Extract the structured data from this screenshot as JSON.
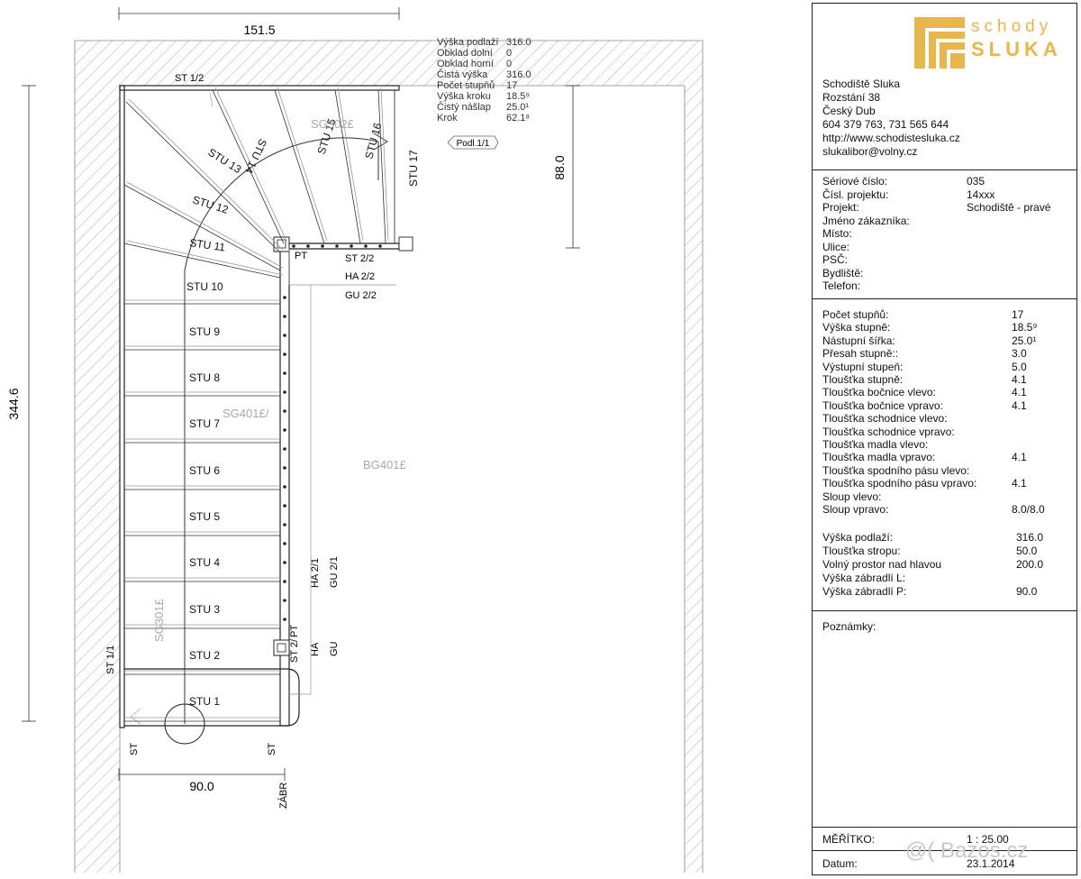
{
  "plan": {
    "dims": {
      "top_width": "151.5",
      "height_left": "344.6",
      "right_segment": "88.0",
      "bottom_width": "90.0"
    },
    "info_labels": [
      "Výška podlaží",
      "Obklad dolní",
      "Obklad horní",
      "Čistá výška",
      "Počet stupňů",
      "Výška kroku",
      "Čistý nášlap",
      "Krok"
    ],
    "info_values": [
      "316.0",
      "0",
      "0",
      "316.0",
      "17",
      "18.5⁹",
      "25.0¹",
      "62.1⁸"
    ],
    "floor_tag": "Podl.1/1",
    "labels": {
      "st12": "ST 1/2",
      "st22": "ST 2/2",
      "st11": "ST 1/1",
      "st2_lower": "ST 2/",
      "pt_upper": "PT",
      "pt_lower": "PT",
      "ha22": "HA 2/2",
      "gu22": "GU 2/2",
      "ha21": "HA 2/1",
      "gu21": "GU 2/1",
      "ha": "HA",
      "gu": "GU",
      "st_bl": "ST",
      "st_br": "ST",
      "zabr": "ZÁBR",
      "sg302": "SG302£",
      "sg401": "SG401£/",
      "bg401": "BG401£",
      "sg301": "SG301£"
    },
    "steps": [
      {
        "label": "STU 1"
      },
      {
        "label": "STU 2"
      },
      {
        "label": "STU 3"
      },
      {
        "label": "STU 4"
      },
      {
        "label": "STU 5"
      },
      {
        "label": "STU 6"
      },
      {
        "label": "STU 7"
      },
      {
        "label": "STU 8"
      },
      {
        "label": "STU 9"
      },
      {
        "label": "STU 10"
      },
      {
        "label": "STU 11"
      },
      {
        "label": "STU 12"
      },
      {
        "label": "STU 13"
      },
      {
        "label": "STU 14"
      },
      {
        "label": "STU 15"
      },
      {
        "label": "STU 16"
      },
      {
        "label": "STU 17"
      }
    ]
  },
  "logo": {
    "word1": "schody",
    "word2": "SLUKA"
  },
  "company": [
    "Schodiště Sluka",
    "Rozstání 38",
    "Český Dub",
    "604 379 763,    731 565 644",
    "http://www.schodistesluka.cz",
    "slukalibor@volny.cz"
  ],
  "project": [
    {
      "label": "Sériové číslo:",
      "value": "035"
    },
    {
      "label": "Čísl. projektu:",
      "value": "14xxx"
    },
    {
      "label": "Projekt:",
      "value": "Schodiště - pravé"
    },
    {
      "label": "Jméno zákazníka:",
      "value": ""
    },
    {
      "label": "Místo:",
      "value": ""
    },
    {
      "label": "Ulice:",
      "value": ""
    },
    {
      "label": "PSČ:",
      "value": ""
    },
    {
      "label": "Bydliště:",
      "value": ""
    },
    {
      "label": "Telefon:",
      "value": ""
    }
  ],
  "specs": [
    {
      "label": "Počet stupňů:",
      "value": "17"
    },
    {
      "label": "Výška stupně:",
      "value": "18.5⁹"
    },
    {
      "label": "Nástupní šířka:",
      "value": "25.0¹"
    },
    {
      "label": "Přesah stupně::",
      "value": "3.0"
    },
    {
      "label": "Výstupní stupeň:",
      "value": "5.0"
    },
    {
      "label": "Tloušťka stupně:",
      "value": "4.1"
    },
    {
      "label": "Tloušťka bočnice vlevo:",
      "value": "4.1"
    },
    {
      "label": "Tloušťka bočnice vpravo:",
      "value": "4.1"
    },
    {
      "label": "Tloušťka schodnice vlevo:",
      "value": ""
    },
    {
      "label": "Tloušťka schodnice vpravo:",
      "value": ""
    },
    {
      "label": "Tloušťka madla vlevo:",
      "value": ""
    },
    {
      "label": "Tloušťka madla vpravo:",
      "value": "4.1"
    },
    {
      "label": "Tloušťka spodního pásu vlevo:",
      "value": ""
    },
    {
      "label": "Tloušťka spodního pásu vpravo:",
      "value": "4.1"
    },
    {
      "label": "Sloup vlevo:",
      "value": ""
    },
    {
      "label": "Sloup vpravo:",
      "value": "8.0/8.0"
    }
  ],
  "floor": [
    {
      "label": "Výška podlaží:",
      "value": "316.0"
    },
    {
      "label": "Tloušťka stropu:",
      "value": "50.0"
    },
    {
      "label": "Volný prostor nad hlavou",
      "value": "200.0"
    },
    {
      "label": "Výška zábradlí L:",
      "value": ""
    },
    {
      "label": "Výška zábradlí P:",
      "value": "90.0"
    }
  ],
  "notes_label": "Poznámky:",
  "scale": {
    "label": "MĚŘÍTKO:",
    "value": "1 : 25.00"
  },
  "date": {
    "label": "Datum:",
    "value": "23.1.2014"
  },
  "watermark": "@( Bazos.cz"
}
